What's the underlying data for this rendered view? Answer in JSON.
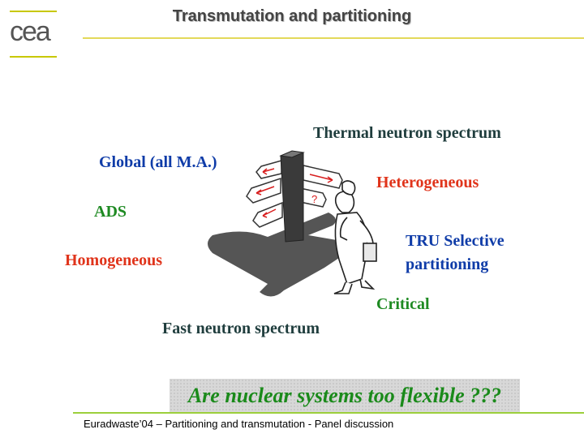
{
  "header": {
    "logo_text": "cea",
    "title": "Transmutation and partitioning"
  },
  "labels": {
    "thermal": "Thermal neutron spectrum",
    "global": "Global (all M.A.)",
    "heterogeneous": "Heterogeneous",
    "ads": "ADS",
    "tru_line1": "TRU Selective",
    "tru_line2": "partitioning",
    "homogeneous": "Homogeneous",
    "critical": "Critical",
    "fast": "Fast neutron spectrum"
  },
  "sign_mark": "?",
  "tagline": "Are nuclear systems too flexible ???",
  "footer": "Euradwaste’04 – Partitioning and transmutation - Panel discussion",
  "colors": {
    "blue": "#0f3ca8",
    "red": "#e0341b",
    "green": "#1e8a22",
    "dark": "#1f3d3d",
    "tagline_green": "#1a8a1a",
    "title_rule": "#e3d95a",
    "footer_rule": "#9ccf3c"
  }
}
